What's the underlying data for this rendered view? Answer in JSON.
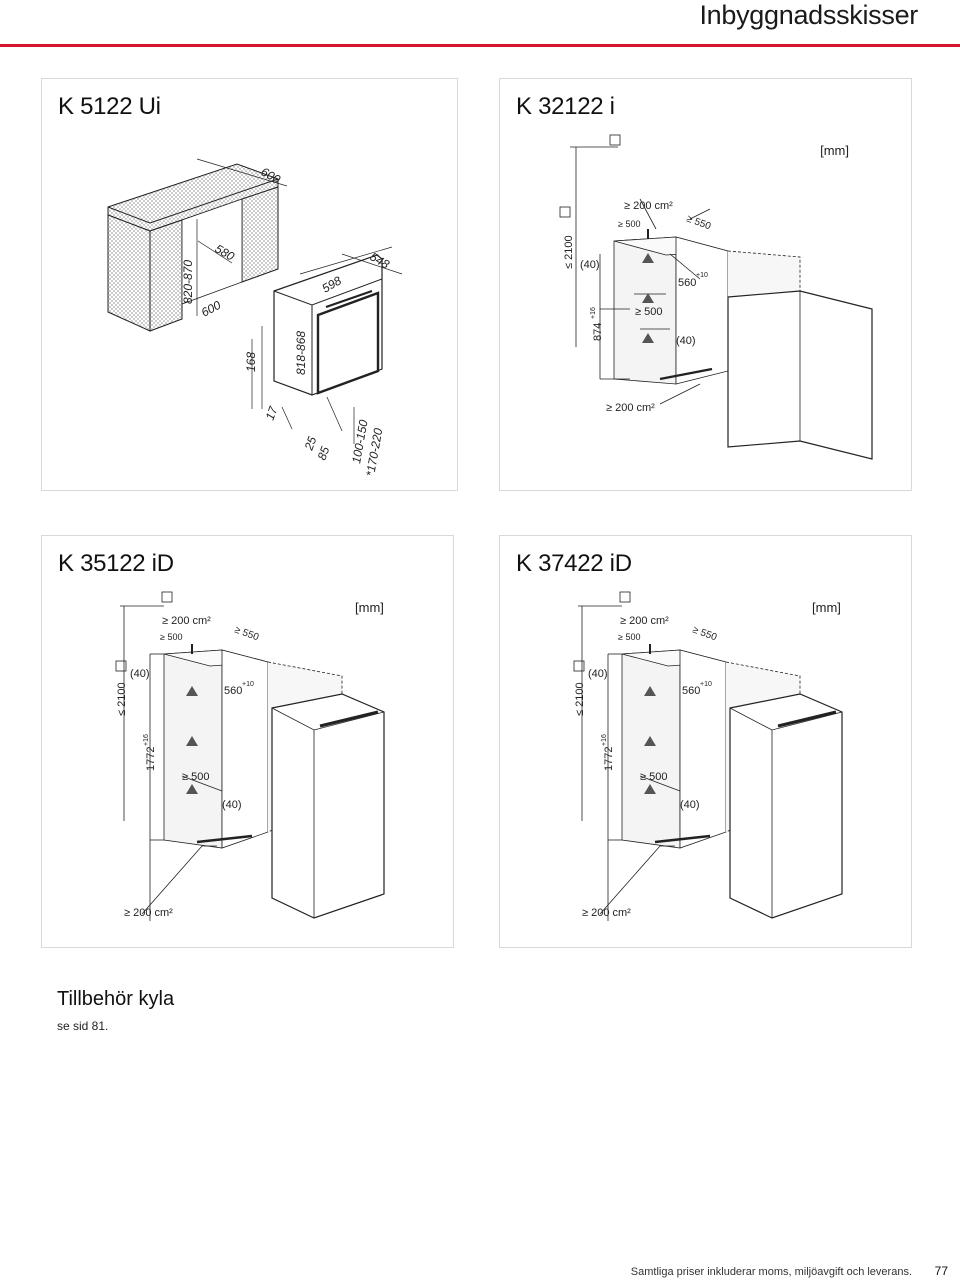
{
  "page": {
    "title": "Inbyggnadsskisser",
    "page_number": "77",
    "footer_note": "Samtliga  priser inkluderar moms, miljöavgift och leverans."
  },
  "panels": {
    "k5122": {
      "heading": "K 5122 Ui",
      "dims": {
        "top_width": "600",
        "cabinet_depth": "580",
        "cabinet_height": "820-870",
        "cabinet_width": "600",
        "unit_width": "598",
        "unit_depth": "548",
        "unit_height": "818-868",
        "plinth_height": "168",
        "door_offset": "17",
        "gap": "25",
        "plinth_depth": "85",
        "plinth_range_a": "100-150",
        "plinth_range_b": "*170-220"
      }
    },
    "k32122": {
      "heading": "K 32122 i",
      "unit": "[mm]",
      "dims": {
        "max_height": "≤ 2100",
        "top_gap": "(40)",
        "niche_height": "874",
        "niche_tolerance": "+16",
        "vent_top": "≥ 200 cm²",
        "depth_min": "≥ 500",
        "door_swing": "≥ 550",
        "niche_width": "560",
        "niche_width_tol": "+10",
        "inner_depth": "≥ 500",
        "side_gap": "(40)",
        "vent_bottom": "≥ 200 cm²"
      }
    },
    "k35122": {
      "heading": "K 35122 iD",
      "unit": "[mm]",
      "dims": {
        "max_height": "≤ 2100",
        "top_gap": "(40)",
        "niche_height": "1772",
        "niche_tolerance": "+16",
        "vent_top": "≥ 200 cm²",
        "depth_min": "≥ 500",
        "door_swing": "≥ 550",
        "niche_width": "560",
        "niche_width_tol": "+10",
        "inner_depth": "≥ 500",
        "side_gap": "(40)",
        "vent_bottom": "≥ 200 cm²"
      }
    },
    "k37422": {
      "heading": "K 37422 iD",
      "unit": "[mm]",
      "dims": {
        "max_height": "≤ 2100",
        "top_gap": "(40)",
        "niche_height": "1772",
        "niche_tolerance": "+16",
        "vent_top": "≥ 200 cm²",
        "depth_min": "≥ 500",
        "door_swing": "≥ 550",
        "niche_width": "560",
        "niche_width_tol": "+10",
        "inner_depth": "≥ 500",
        "side_gap": "(40)",
        "vent_bottom": "≥ 200 cm²"
      }
    }
  },
  "accessories": {
    "title": "Tillbehör kyla",
    "ref": "se sid 81."
  }
}
